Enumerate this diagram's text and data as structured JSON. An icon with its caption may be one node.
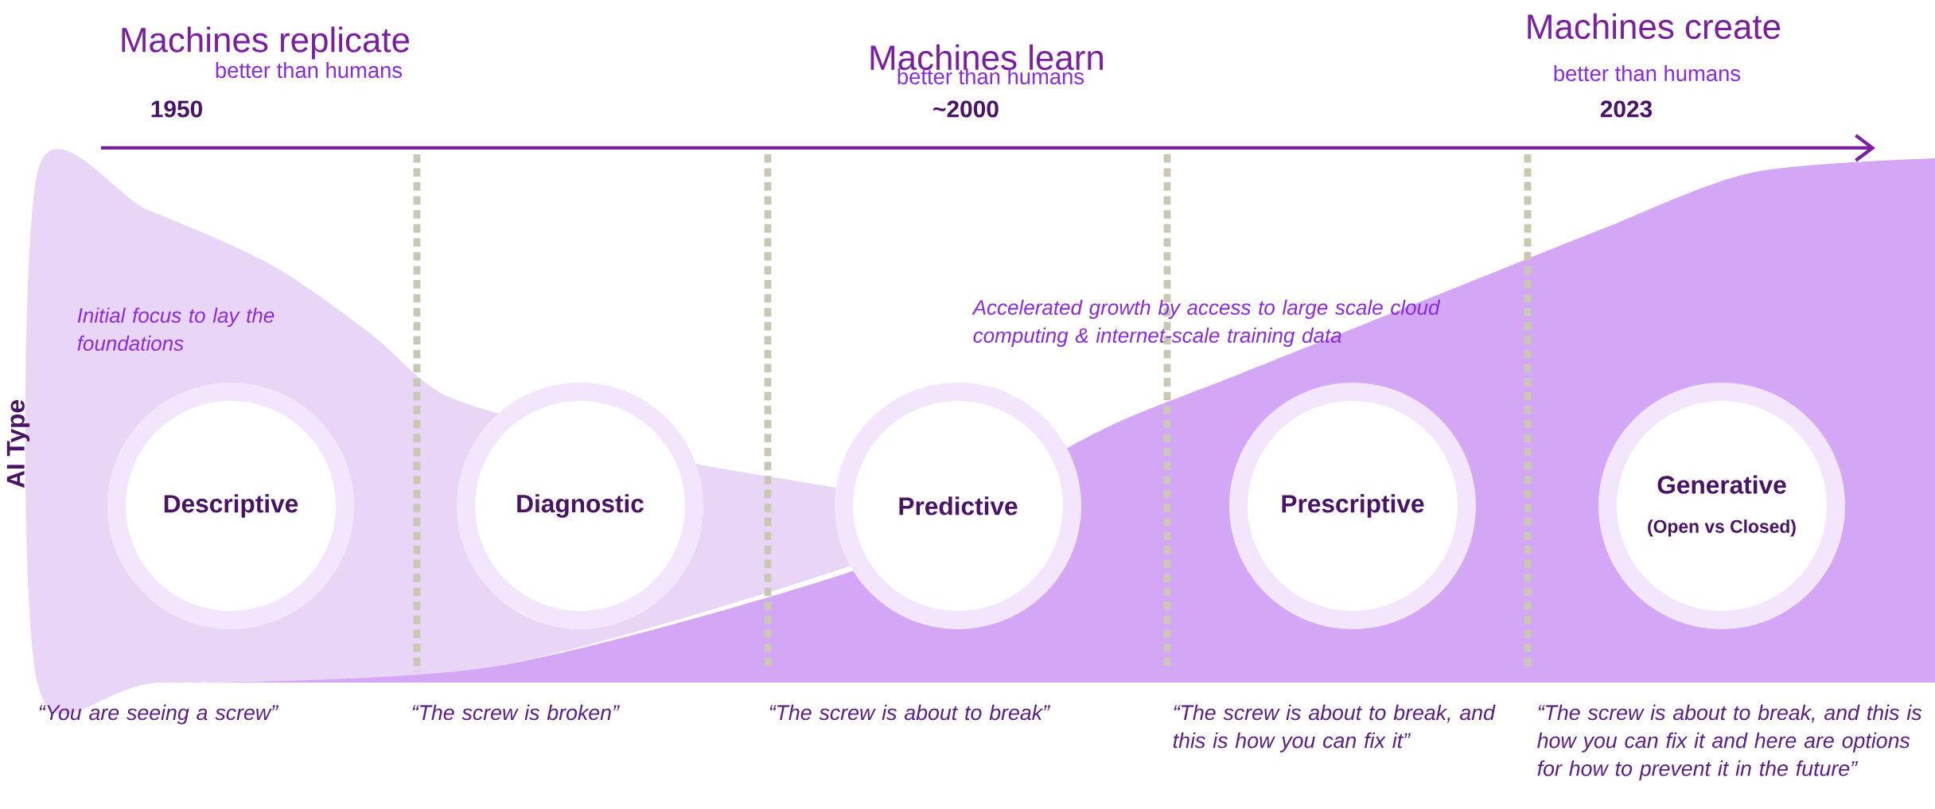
{
  "diagram": {
    "nodes": [
      {
        "text": [
          "Descriptive"
        ]
      },
      {
        "text": [
          "Diagnostic"
        ]
      },
      {
        "text": [
          "Predictive"
        ]
      },
      {
        "text": [
          "Prescriptive"
        ]
      },
      {
        "text": [
          "Generative",
          "(Open vs Closed)"
        ]
      }
    ],
    "labels": [
      "Machines replicate",
      "better than humans",
      "1950",
      "Machines learn",
      "better than humans",
      "~2000",
      "Machines create",
      "better than humans",
      "2023",
      "Accelerated growth by access to large scale cloud computing & internet-scale training data",
      "Initial focus to lay the foundations",
      "AI Type",
      "“You are seeing a screw”",
      "“The screw is broken”",
      "“The screw is about to break”",
      "“The screw is about to break, and this is how you can fix it”",
      "“The screw is about to break, and this is how you can fix it and here are options for how to prevent it in the future”"
    ]
  }
}
